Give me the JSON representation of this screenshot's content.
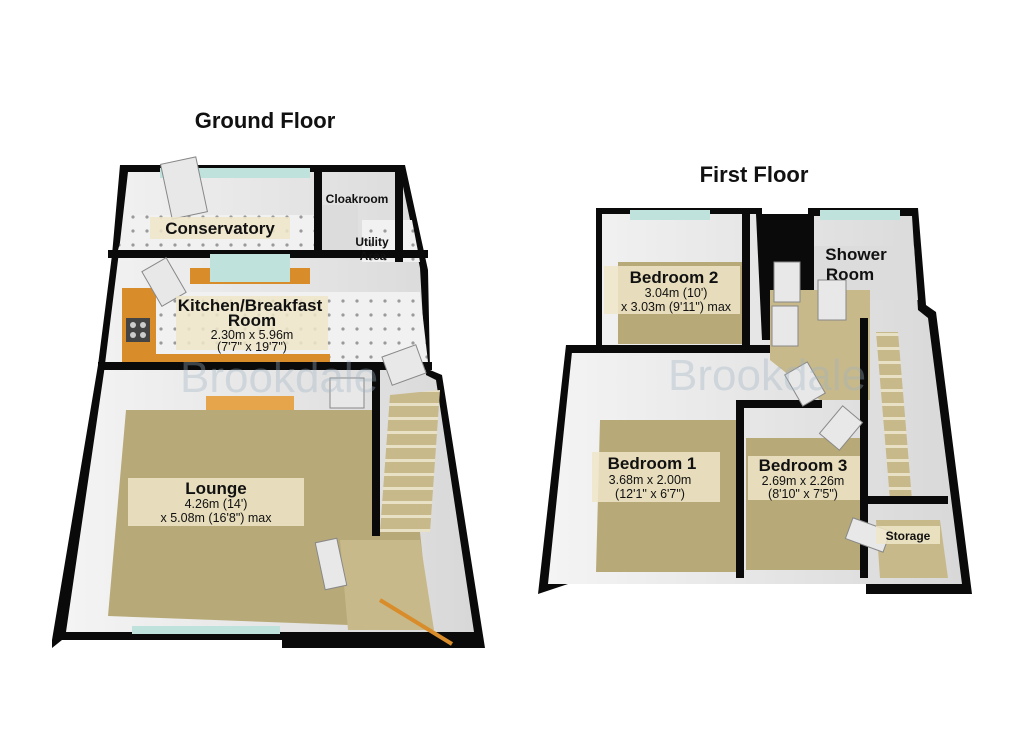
{
  "floors": {
    "ground": {
      "title": "Ground Floor",
      "rooms": {
        "conservatory": {
          "name": "Conservatory"
        },
        "cloakroom": {
          "name": "Cloakroom"
        },
        "utility": {
          "name_line1": "Utility",
          "name_line2": "Area"
        },
        "kitchen": {
          "name_line1": "Kitchen/Breakfast",
          "name_line2": "Room",
          "dim_line1": "2.30m x 5.96m",
          "dim_line2": "(7'7\" x 19'7\")"
        },
        "lounge": {
          "name": "Lounge",
          "dim_line1": "4.26m (14')",
          "dim_line2": "x 5.08m (16'8\") max"
        }
      }
    },
    "first": {
      "title": "First Floor",
      "rooms": {
        "bedroom2": {
          "name": "Bedroom 2",
          "dim_line1": "3.04m (10')",
          "dim_line2": "x 3.03m (9'11\") max"
        },
        "shower": {
          "name_line1": "Shower",
          "name_line2": "Room"
        },
        "bedroom1": {
          "name": "Bedroom 1",
          "dim_line1": "3.68m x 2.00m",
          "dim_line2": "(12'1\" x 6'7\")"
        },
        "bedroom3": {
          "name": "Bedroom 3",
          "dim_line1": "2.69m x 2.26m",
          "dim_line2": "(8'10\" x 7'5\")"
        },
        "storage": {
          "name": "Storage"
        }
      }
    }
  },
  "watermark": "Brookdale",
  "colors": {
    "wall": "#0a0a0a",
    "carpet": "#b8aa78",
    "tile": "#eeeeee",
    "worktop": "#d98c2a",
    "glass": "#bfe3dc"
  }
}
